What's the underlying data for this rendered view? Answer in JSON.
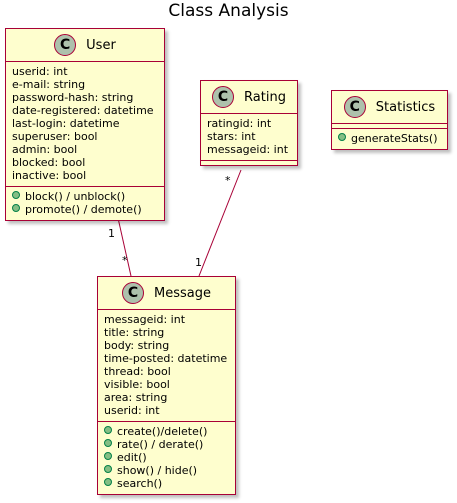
{
  "title": "Class Analysis",
  "colors": {
    "fill": "#fefece",
    "border": "#a80036",
    "badge": "#adc1ac",
    "method_dot": "#84be84"
  },
  "classes": {
    "user": {
      "name": "User",
      "badge": "C",
      "attributes": [
        "userid: int",
        "e-mail: string",
        "password-hash: string",
        "date-registered: datetime",
        "last-login: datetime",
        "superuser: bool",
        "admin: bool",
        "blocked: bool",
        "inactive: bool"
      ],
      "methods": [
        "block() / unblock()",
        "promote() / demote()"
      ]
    },
    "rating": {
      "name": "Rating",
      "badge": "C",
      "attributes": [
        "ratingid: int",
        "stars: int",
        "messageid: int"
      ],
      "methods": []
    },
    "statistics": {
      "name": "Statistics",
      "badge": "C",
      "attributes": [],
      "methods": [
        "generateStats()"
      ]
    },
    "message": {
      "name": "Message",
      "badge": "C",
      "attributes": [
        "messageid: int",
        "title: string",
        "body: string",
        "time-posted: datetime",
        "thread: bool",
        "visible: bool",
        "area: string",
        "userid: int"
      ],
      "methods": [
        "create()/delete()",
        "rate() / derate()",
        "edit()",
        "show() / hide()",
        "search()"
      ]
    }
  },
  "associations": [
    {
      "from": "User",
      "to": "Message",
      "from_mult": "1",
      "to_mult": "*"
    },
    {
      "from": "Rating",
      "to": "Message",
      "from_mult": "*",
      "to_mult": "1"
    }
  ]
}
